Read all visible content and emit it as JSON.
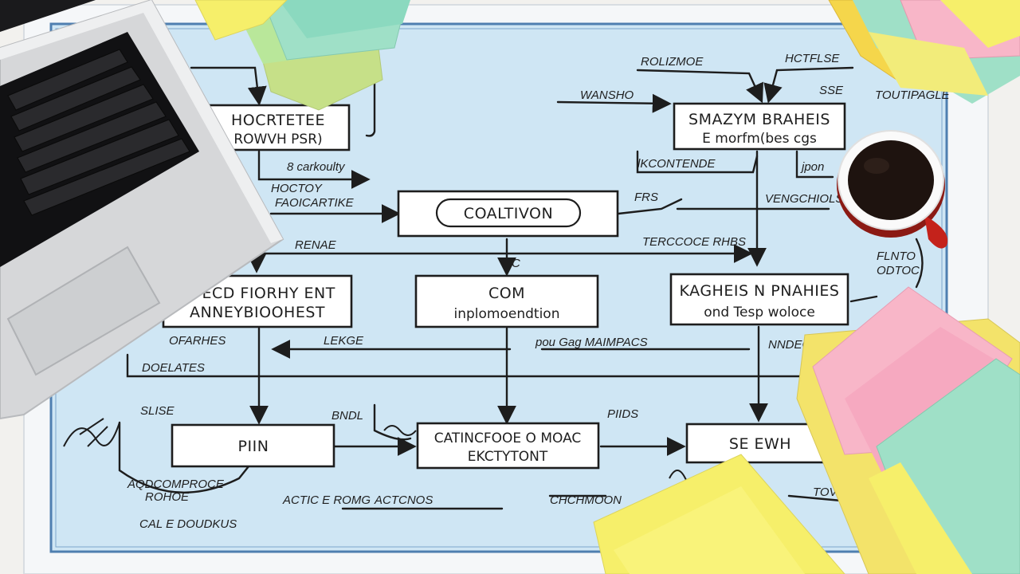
{
  "scene": {
    "description_free": true,
    "colors": {
      "paper": "#eef2f6",
      "blueprint": "#c9e3f3",
      "ink": "#1d1d1d",
      "sticky_yellow": "#f6ef6a",
      "sticky_green": "#9fe0c7",
      "sticky_pink": "#f8b6c8",
      "sticky_lime": "#cfe78a",
      "cup_red": "#c4221b",
      "coffee": "#1e130f",
      "laptop_silver": "#d9dadc",
      "keyboard": "#1b1b1d"
    },
    "icons": [
      "laptop-icon",
      "coffee-cup-icon",
      "sticky-notes-icon"
    ]
  },
  "diagram": {
    "boxes": {
      "top_left": {
        "line1": "HOCRTETEE",
        "line2": "ROWVH  PSR)"
      },
      "center_top": {
        "line1": "COALTIVON"
      },
      "top_right": {
        "line1": "SMAZYM  BRAHEIS",
        "line2": "E  morfm(bes  cgs"
      },
      "mid_left": {
        "line1": "MFECD FIORHY  ENT",
        "line2": "ANNEYBIOOHEST"
      },
      "mid_center": {
        "line1": "COM",
        "line2": "inplomoendtion"
      },
      "mid_right": {
        "line1": "KAGHEIS  N  PNAHIES",
        "line2": "ond   Tesp   woloce"
      },
      "bottom_left": {
        "line1": "PIIN"
      },
      "bottom_center": {
        "line1": "CATINCFOOE  O  MOAC",
        "line2": "EKCTYTONT"
      },
      "bottom_right": {
        "line1": "SE  EWH"
      }
    },
    "notes": {
      "n1": "ROLIZMOE",
      "n2": "HCTFLSE",
      "n3": "SSE",
      "n4": "TOUTIPAGLE",
      "n5": "WANSHO",
      "n6": "8   carkoulty",
      "n7": "HOCTOY",
      "n8": "FAOICARTIKE",
      "n9": "lKCONTENDE",
      "n10": "FRS",
      "n11": "VENGCHIOLS",
      "n12": "jpon",
      "n13": "RENAE",
      "n14": "C",
      "n15": "TERCCOCE  RHBS",
      "n16": "FLNTO",
      "n17": "ODTOC",
      "n18": "OFARHES",
      "n19": "LEKGE",
      "n20": "DOELATES",
      "n21": "pou   Gag  MAIMPACS",
      "n22": "NNDEC",
      "n23": "SLISE",
      "n24": "BNDL",
      "n25": "PIIDS",
      "n26": "AQDCOMPROCE",
      "n27": "ROHOE",
      "n28": "TOVHELS",
      "n29": "ACTIC  E  ROMG",
      "n30": "CHCHMOON",
      "n31": "ACTCNOS",
      "n32": "CAL  E  DOUDKUS"
    }
  }
}
